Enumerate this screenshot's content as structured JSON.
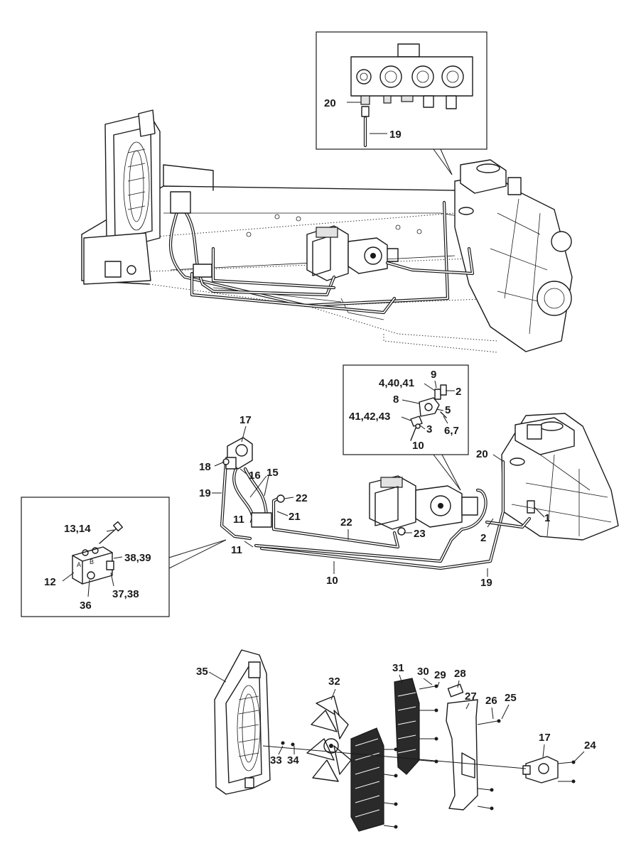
{
  "figure": {
    "overview_inset": {
      "callouts": [
        "20",
        "19"
      ]
    },
    "hydraulic_layout": {
      "callouts": [
        "1",
        "2",
        "10",
        "11",
        "11",
        "15",
        "16",
        "17",
        "18",
        "19",
        "19",
        "20",
        "21",
        "22",
        "22",
        "23",
        "10"
      ],
      "detail_box_pump": [
        "9",
        "4,40,41",
        "2",
        "8",
        "5",
        "41,42,43",
        "3",
        "6,7",
        "10"
      ],
      "detail_box_valve": [
        "13,14",
        "38,39",
        "12",
        "A",
        "B",
        "36",
        "37,38"
      ]
    },
    "fan_assembly": {
      "callouts": [
        "35",
        "31",
        "30",
        "29",
        "28",
        "27",
        "26",
        "25",
        "32",
        "33",
        "34",
        "17",
        "24"
      ]
    }
  },
  "labels": {
    "inset_top": {
      "c20": "20",
      "c19": "19"
    },
    "mid": {
      "c17": "17",
      "c18": "18",
      "c16": "16",
      "c15": "15",
      "c19a": "19",
      "c22a": "22",
      "c11a": "11",
      "c21": "21",
      "c22b": "22",
      "c11b": "11",
      "c23": "23",
      "c10": "10",
      "c19b": "19",
      "c20": "20",
      "c1": "1",
      "c2": "2"
    },
    "pump_box": {
      "c9": "9",
      "c4_40_41": "4,40,41",
      "c2": "2",
      "c8": "8",
      "c5": "5",
      "c41_42_43": "41,42,43",
      "c3": "3",
      "c6_7": "6,7",
      "c10": "10"
    },
    "valve_box": {
      "c13_14": "13,14",
      "c38_39": "38,39",
      "c12": "12",
      "A": "A",
      "B": "B",
      "c36": "36",
      "c37_38": "37,38"
    },
    "fan": {
      "c35": "35",
      "c31": "31",
      "c30": "30",
      "c29": "29",
      "c28": "28",
      "c27": "27",
      "c26": "26",
      "c25": "25",
      "c32": "32",
      "c33": "33",
      "c34": "34",
      "c17": "17",
      "c24": "24"
    }
  },
  "colors": {
    "ink": "#1a1a1a",
    "paper": "#ffffff",
    "shade": "#e2e2e2"
  }
}
